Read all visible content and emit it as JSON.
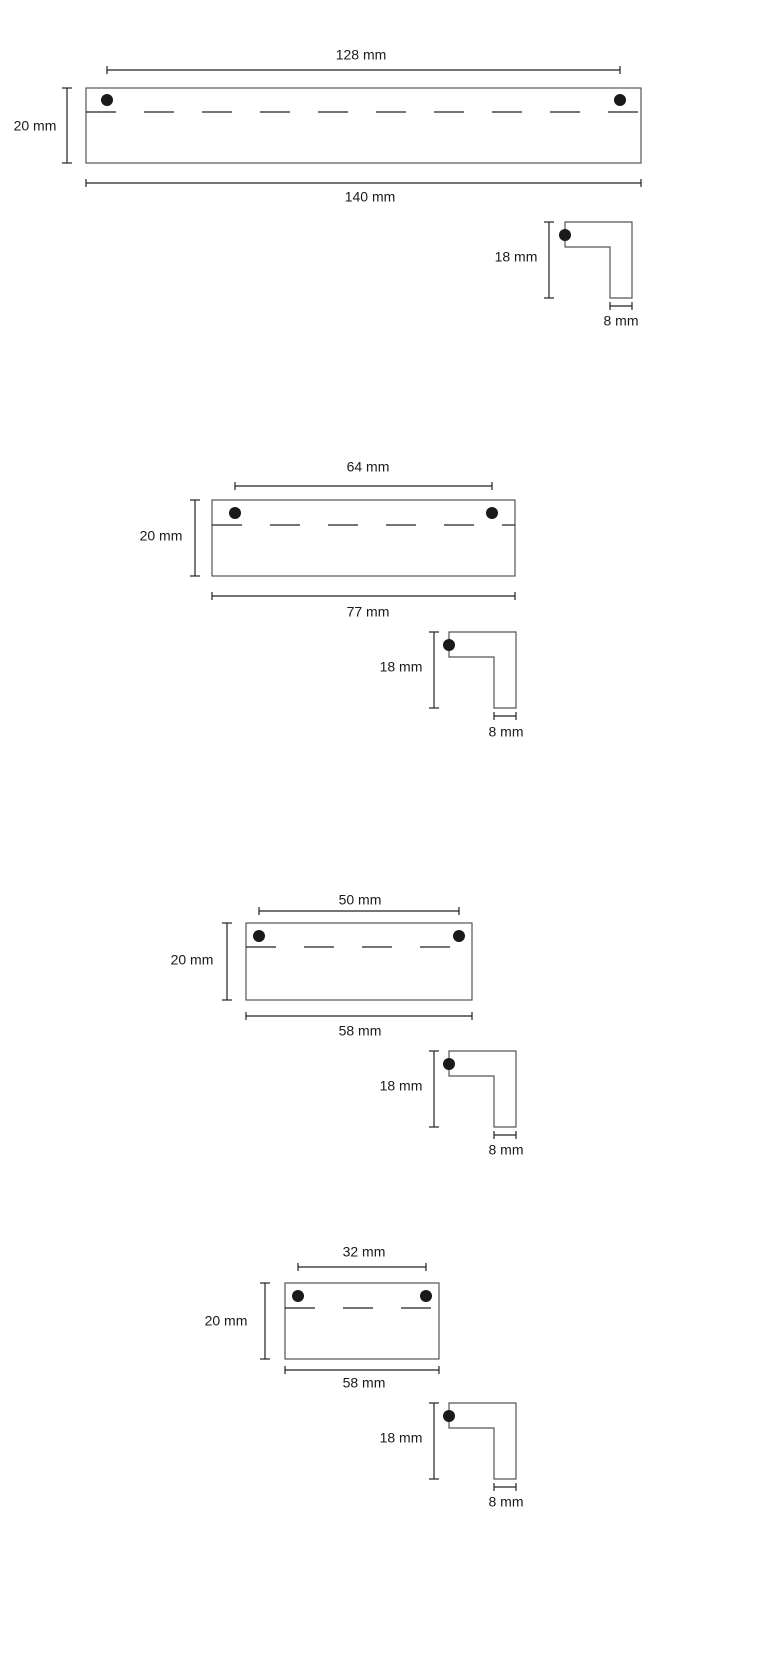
{
  "drawings": [
    {
      "hole_spacing": "128 mm",
      "height": "20 mm",
      "length": "140 mm",
      "profile_height": "18 mm",
      "profile_thickness": "8 mm"
    },
    {
      "hole_spacing": "64 mm",
      "height": "20 mm",
      "length": "77 mm",
      "profile_height": "18 mm",
      "profile_thickness": "8 mm"
    },
    {
      "hole_spacing": "50 mm",
      "height": "20 mm",
      "length": "58 mm",
      "profile_height": "18 mm",
      "profile_thickness": "8 mm"
    },
    {
      "hole_spacing": "32 mm",
      "height": "20 mm",
      "length": "58 mm",
      "profile_height": "18 mm",
      "profile_thickness": "8 mm"
    }
  ]
}
